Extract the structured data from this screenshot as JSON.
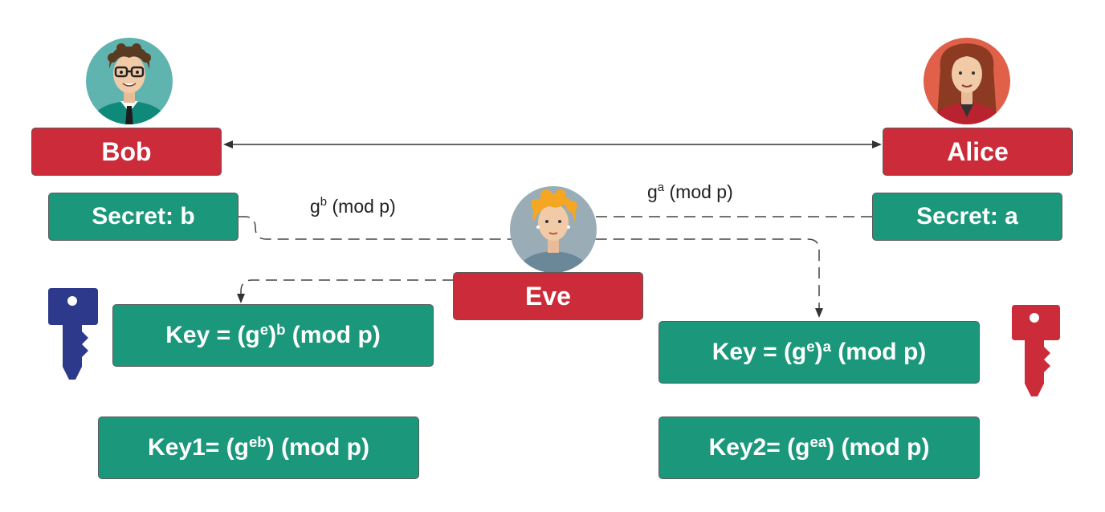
{
  "bob": {
    "name": "Bob",
    "secret": "Secret: b"
  },
  "alice": {
    "name": "Alice",
    "secret": "Secret: a"
  },
  "eve": {
    "name": "Eve"
  },
  "messages": {
    "bob_public": {
      "base": "g",
      "exp": "b",
      "rest": " (mod p)"
    },
    "alice_public": {
      "base": "g",
      "exp": "a",
      "rest": " (mod p)"
    }
  },
  "keys": {
    "bob_key": {
      "pre": "Key = (g",
      "exp1": "e",
      "mid": ")",
      "exp2": "b",
      "post": " (mod p)"
    },
    "alice_key": {
      "pre": "Key = (g",
      "exp1": "e",
      "mid": ")",
      "exp2": "a",
      "post": " (mod p)"
    },
    "key1": {
      "pre": "Key1= (g",
      "exp1": "eb",
      "post": ") (mod p)"
    },
    "key2": {
      "pre": "Key2= (g",
      "exp1": "ea",
      "post": ") (mod p)"
    }
  },
  "colors": {
    "red_box": "#cc2b3a",
    "green_box": "#1b977b",
    "bob_key_icon": "#2d3a8c",
    "alice_key_icon": "#cc2b3a"
  },
  "icons": [
    "bob-avatar-icon",
    "alice-avatar-icon",
    "eve-avatar-icon",
    "blue-key-icon",
    "red-key-icon"
  ]
}
